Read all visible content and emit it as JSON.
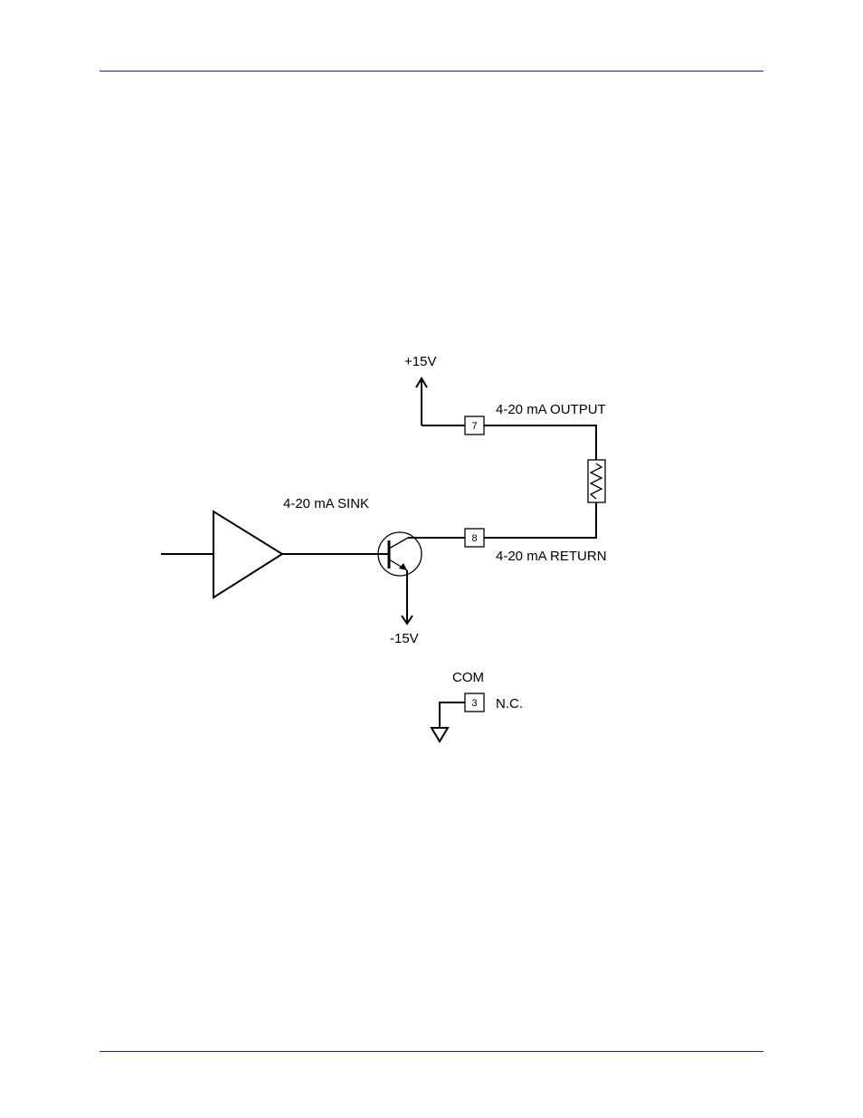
{
  "header": {
    "rule_color": "#1f1fb4"
  },
  "footer": {
    "rule_color": "#1f1fb4"
  },
  "diagram": {
    "labels": {
      "plus_supply": "+15V",
      "minus_supply": "-15V",
      "output": "4-20 mA OUTPUT",
      "return": "4-20 mA RETURN",
      "sink": "4-20 mA SINK",
      "com": "COM",
      "nc": "N.C."
    },
    "terminals": {
      "output_pin": "7",
      "return_pin": "8",
      "com_pin": "3"
    },
    "components": {
      "amplifier": "triangle-amplifier",
      "transistor": "npn-transistor",
      "load": "resistor",
      "ground": "ground-symbol"
    }
  }
}
